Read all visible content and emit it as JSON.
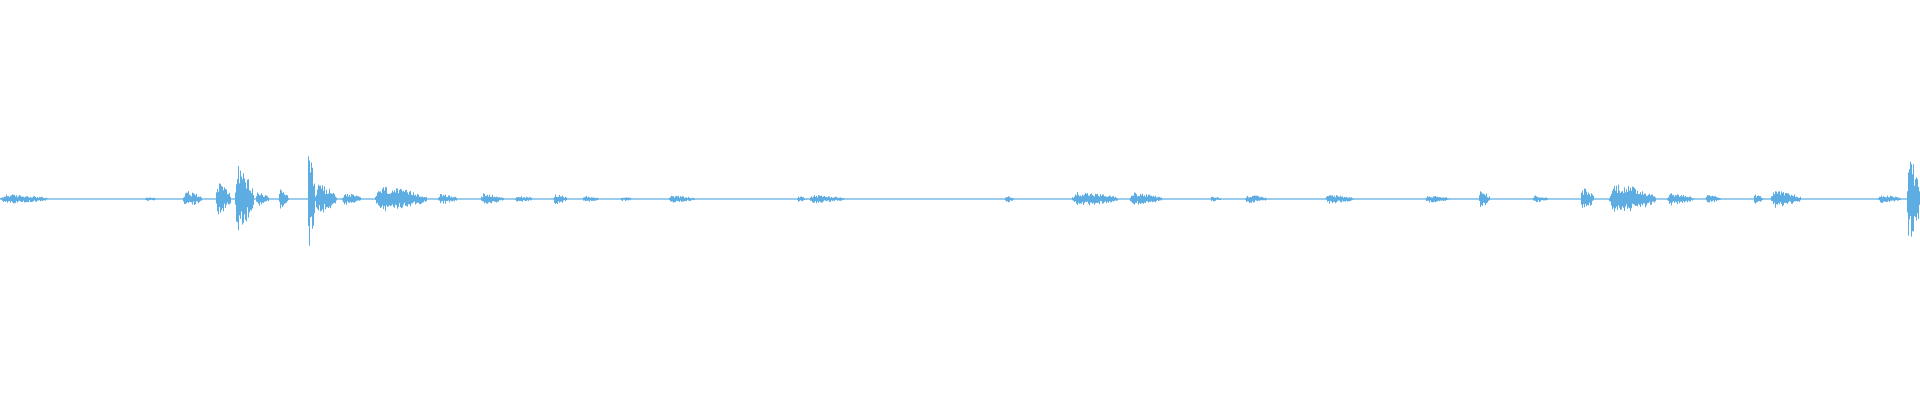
{
  "waveform": {
    "color": "#5dade2",
    "baseline_amplitude": 0.012,
    "segments": [
      {
        "start": 0.0,
        "end": 0.025,
        "amplitude": 0.09
      },
      {
        "start": 0.075,
        "end": 0.082,
        "amplitude": 0.04
      },
      {
        "start": 0.095,
        "end": 0.105,
        "amplitude": 0.16
      },
      {
        "start": 0.112,
        "end": 0.12,
        "amplitude": 0.34
      },
      {
        "start": 0.122,
        "end": 0.132,
        "amplitude": 0.62
      },
      {
        "start": 0.133,
        "end": 0.14,
        "amplitude": 0.14
      },
      {
        "start": 0.145,
        "end": 0.15,
        "amplitude": 0.18
      },
      {
        "start": 0.16,
        "end": 0.164,
        "amplitude": 0.9
      },
      {
        "start": 0.164,
        "end": 0.175,
        "amplitude": 0.3
      },
      {
        "start": 0.178,
        "end": 0.188,
        "amplitude": 0.12
      },
      {
        "start": 0.195,
        "end": 0.222,
        "amplitude": 0.24
      },
      {
        "start": 0.228,
        "end": 0.238,
        "amplitude": 0.1
      },
      {
        "start": 0.25,
        "end": 0.262,
        "amplitude": 0.11
      },
      {
        "start": 0.268,
        "end": 0.278,
        "amplitude": 0.06
      },
      {
        "start": 0.288,
        "end": 0.295,
        "amplitude": 0.11
      },
      {
        "start": 0.303,
        "end": 0.312,
        "amplitude": 0.06
      },
      {
        "start": 0.323,
        "end": 0.33,
        "amplitude": 0.04
      },
      {
        "start": 0.348,
        "end": 0.362,
        "amplitude": 0.07
      },
      {
        "start": 0.415,
        "end": 0.42,
        "amplitude": 0.06
      },
      {
        "start": 0.421,
        "end": 0.44,
        "amplitude": 0.08
      },
      {
        "start": 0.523,
        "end": 0.528,
        "amplitude": 0.07
      },
      {
        "start": 0.558,
        "end": 0.582,
        "amplitude": 0.14
      },
      {
        "start": 0.588,
        "end": 0.605,
        "amplitude": 0.12
      },
      {
        "start": 0.63,
        "end": 0.636,
        "amplitude": 0.05
      },
      {
        "start": 0.648,
        "end": 0.66,
        "amplitude": 0.08
      },
      {
        "start": 0.69,
        "end": 0.705,
        "amplitude": 0.09
      },
      {
        "start": 0.742,
        "end": 0.755,
        "amplitude": 0.07
      },
      {
        "start": 0.77,
        "end": 0.776,
        "amplitude": 0.16
      },
      {
        "start": 0.798,
        "end": 0.806,
        "amplitude": 0.07
      },
      {
        "start": 0.823,
        "end": 0.83,
        "amplitude": 0.22
      },
      {
        "start": 0.838,
        "end": 0.862,
        "amplitude": 0.3
      },
      {
        "start": 0.868,
        "end": 0.882,
        "amplitude": 0.12
      },
      {
        "start": 0.888,
        "end": 0.896,
        "amplitude": 0.08
      },
      {
        "start": 0.913,
        "end": 0.918,
        "amplitude": 0.1
      },
      {
        "start": 0.922,
        "end": 0.938,
        "amplitude": 0.16
      },
      {
        "start": 0.978,
        "end": 0.99,
        "amplitude": 0.08
      },
      {
        "start": 0.993,
        "end": 1.0,
        "amplitude": 0.85
      }
    ]
  }
}
